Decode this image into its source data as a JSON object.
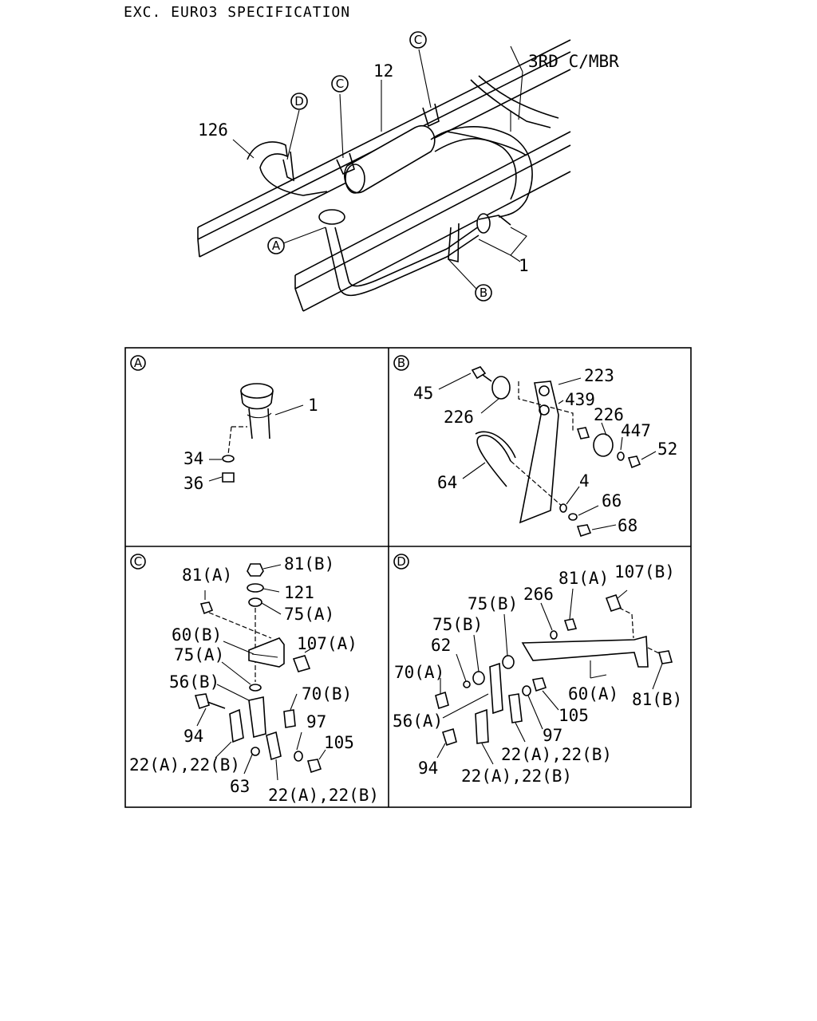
{
  "title": "EXC. EURO3 SPECIFICATION",
  "overview": {
    "member_label": "3RD C/MBR",
    "callouts": {
      "p126": "126",
      "p12": "12",
      "p1": "1",
      "refA": "A",
      "refB": "B",
      "refC1": "C",
      "refC2": "C",
      "refD": "D"
    }
  },
  "panels": {
    "A": {
      "tag": "A",
      "labels": {
        "p1": "1",
        "p34": "34",
        "p36": "36"
      }
    },
    "B": {
      "tag": "B",
      "labels": {
        "p45": "45",
        "p223": "223",
        "p439": "439",
        "p226a": "226",
        "p226b": "226",
        "p447": "447",
        "p52": "52",
        "p64": "64",
        "p4": "4",
        "p66": "66",
        "p68": "68"
      }
    },
    "C": {
      "tag": "C",
      "labels": {
        "p81a": "81(A)",
        "p81b": "81(B)",
        "p121": "121",
        "p75a1": "75(A)",
        "p60b": "60(B)",
        "p107a": "107(A)",
        "p75a2": "75(A)",
        "p56b": "56(B)",
        "p70b": "70(B)",
        "p94": "94",
        "p97": "97",
        "p105": "105",
        "p22l": "22(A),22(B)",
        "p63": "63",
        "p22r": "22(A),22(B)"
      }
    },
    "D": {
      "tag": "D",
      "labels": {
        "p81a": "81(A)",
        "p107b": "107(B)",
        "p266": "266",
        "p75b1": "75(B)",
        "p75b2": "75(B)",
        "p62": "62",
        "p70a": "70(A)",
        "p60a": "60(A)",
        "p81b": "81(B)",
        "p105": "105",
        "p56a": "56(A)",
        "p97": "97",
        "p22a": "22(A),22(B)",
        "p94": "94",
        "p22b": "22(A),22(B)"
      }
    }
  }
}
